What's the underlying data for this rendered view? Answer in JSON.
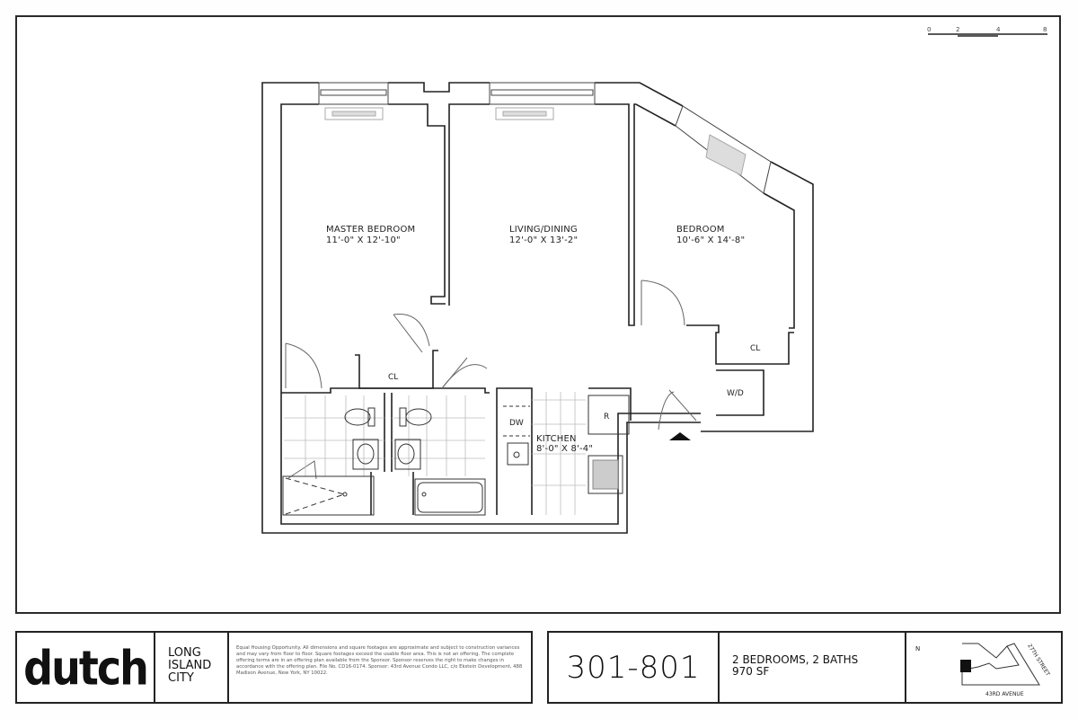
{
  "scale_bar": {
    "ticks": [
      "0",
      "2",
      "4",
      "8"
    ]
  },
  "rooms": [
    {
      "name": "MASTER BEDROOM",
      "dims": "11'-0\" X 12'-10\""
    },
    {
      "name": "LIVING/DINING",
      "dims": "12'-0\" X 13'-2\""
    },
    {
      "name": "BEDROOM",
      "dims": "10'-6\" X 14'-8\""
    },
    {
      "name": "KITCHEN",
      "dims": "8'-0\" X 8'-4\""
    }
  ],
  "fixtures": {
    "closet_1": "CL",
    "closet_2": "CL",
    "washer_dryer": "W/D",
    "dishwasher": "DW",
    "refrigerator": "R"
  },
  "footer": {
    "brand": "dutch",
    "city_lines": [
      "LONG",
      "ISLAND",
      "CITY"
    ],
    "legal": "Equal Housing Opportunity. All dimensions and square footages are approximate and subject to construction variances and may vary from floor to floor. Square footages exceed the usable floor area. This is not an offering. The complete offering terms are in an offering plan available from the Sponsor. Sponsor reserves the right to make changes in accordance with the offering plan. File No. CD16-0174. Sponsor: 43rd Avenue Condo LLC, c/o Ekstein Development, 488 Madison Avenue, New York, NY 10022.",
    "unit_number": "301-801",
    "specs_line1": "2 BEDROOMS, 2 BATHS",
    "specs_line2": "970 SF"
  },
  "key_map": {
    "north_label": "N",
    "street_1": "27TH STREET",
    "street_2": "43RD AVENUE"
  }
}
